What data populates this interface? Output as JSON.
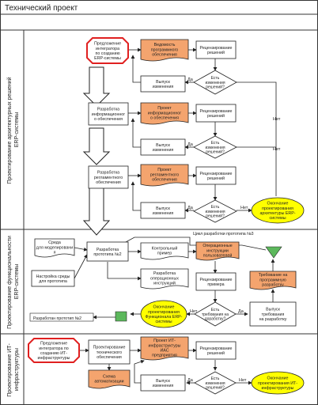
{
  "title": "Технический проект",
  "lanes": [
    {
      "label_lines": [
        "Проектирование архитектурных решений",
        "ERP-системы"
      ]
    },
    {
      "label_lines": [
        "Проектирование функциональности",
        "ERP-системы"
      ]
    },
    {
      "label_lines": [
        "Проектирование ИТ-",
        "инфраструктуры"
      ]
    }
  ],
  "nodes": [
    {
      "id": "n1",
      "kind": "octagon",
      "lines": [
        "Предложение",
        "интегратора",
        "по созданию",
        "ERP-системы"
      ]
    },
    {
      "id": "n2",
      "kind": "doc-orange",
      "lines": [
        "Ведомость",
        "программного",
        "обеспечения"
      ]
    },
    {
      "id": "n3",
      "kind": "process",
      "lines": [
        "Рецензирование",
        "решений"
      ]
    },
    {
      "id": "n4",
      "kind": "decision",
      "lines": [
        "Есть",
        "изменения",
        "решений?"
      ]
    },
    {
      "id": "n5",
      "kind": "process",
      "lines": [
        "Выпуск",
        "изменения"
      ]
    },
    {
      "id": "n6",
      "kind": "process",
      "lines": [
        "Разработка",
        "информационног",
        "о обеспечения"
      ]
    },
    {
      "id": "n7",
      "kind": "doc-orange",
      "lines": [
        "Проект",
        "информационног",
        "о обеспечения"
      ]
    },
    {
      "id": "n8",
      "kind": "process",
      "lines": [
        "Рецензирование",
        "решений"
      ]
    },
    {
      "id": "n9",
      "kind": "decision",
      "lines": [
        "Есть",
        "изменения",
        "решений?"
      ]
    },
    {
      "id": "n10",
      "kind": "process",
      "lines": [
        "Выпуск",
        "изменения"
      ]
    },
    {
      "id": "n11",
      "kind": "process",
      "lines": [
        "Разработка",
        "регламентного",
        "обеспечения"
      ]
    },
    {
      "id": "n12",
      "kind": "doc-orange",
      "lines": [
        "Проект",
        "регламентного",
        "обеспечения"
      ]
    },
    {
      "id": "n13",
      "kind": "process",
      "lines": [
        "Рецензирование",
        "решений"
      ]
    },
    {
      "id": "n14",
      "kind": "decision",
      "lines": [
        "Есть",
        "изменения",
        "решений?"
      ]
    },
    {
      "id": "n15",
      "kind": "process",
      "lines": [
        "Выпуск",
        "изменения"
      ]
    },
    {
      "id": "n16",
      "kind": "terminator",
      "lines": [
        "Окончание",
        "проектирования",
        "архитектуры ERP-",
        "системы"
      ]
    },
    {
      "id": "n17",
      "kind": "doc",
      "lines": [
        "Среда",
        "для моделировани",
        "я"
      ]
    },
    {
      "id": "n18",
      "kind": "process",
      "lines": [
        "Настройка среды",
        "для прототипа"
      ]
    },
    {
      "id": "n19",
      "kind": "process",
      "lines": [
        "Разработка",
        "прототипа №2"
      ]
    },
    {
      "id": "n20",
      "kind": "doc",
      "lines": [
        "Контрольный",
        "пример"
      ]
    },
    {
      "id": "n21",
      "kind": "doc",
      "lines": [
        "Разработка",
        "операционных",
        "инструкций"
      ]
    },
    {
      "id": "n22",
      "kind": "doc-orange",
      "lines": [
        "Операционные",
        "инструкции",
        "пользователей"
      ]
    },
    {
      "id": "n23",
      "kind": "process",
      "lines": [
        "Рецензирование",
        "примера"
      ]
    },
    {
      "id": "n24",
      "kind": "decision",
      "lines": [
        "Есть",
        "требования на",
        "доработку?"
      ]
    },
    {
      "id": "n25",
      "kind": "doc-orange",
      "lines": [
        "Требование на",
        "программную",
        "разработку"
      ]
    },
    {
      "id": "n26",
      "kind": "process",
      "lines": [
        "Выпуск",
        "требования",
        "на разработку"
      ]
    },
    {
      "id": "n27",
      "kind": "terminator",
      "lines": [
        "Окончание",
        "проектирования",
        "Функционала ERP-",
        "системы"
      ]
    },
    {
      "id": "n28",
      "kind": "octagon",
      "lines": [
        "Предложение",
        "интегратора по",
        "созданию ИТ-",
        "инфраструктуры"
      ]
    },
    {
      "id": "n29",
      "kind": "process",
      "lines": [
        "Проектирование",
        "технического",
        "обеспечения"
      ]
    },
    {
      "id": "n30",
      "kind": "doc-orange",
      "lines": [
        "Проект ИТ-",
        "инфраструктуры",
        "ИАС",
        "предприятия"
      ]
    },
    {
      "id": "n31",
      "kind": "process",
      "lines": [
        "Рецензирование",
        "решений"
      ]
    },
    {
      "id": "n32",
      "kind": "doc-orange",
      "lines": [
        "Схема",
        "автоматизации"
      ]
    },
    {
      "id": "n33",
      "kind": "process",
      "lines": [
        "Выпуск",
        "изменения"
      ]
    },
    {
      "id": "n34",
      "kind": "decision",
      "lines": [
        "Есть",
        "изменения",
        "решений?"
      ]
    },
    {
      "id": "n35",
      "kind": "terminator",
      "lines": [
        "Окончание",
        "проектирования ИТ-",
        "инфраструктуры"
      ]
    }
  ],
  "annotations": [
    {
      "id": "a1",
      "text": "Цикл разработки прототипа №3"
    },
    {
      "id": "a2",
      "text": "Разработан прототип №2"
    }
  ],
  "edge_labels": [
    {
      "id": "e1",
      "text": "Да"
    },
    {
      "id": "e2",
      "text": "Да"
    },
    {
      "id": "e3",
      "text": "Да"
    },
    {
      "id": "e4",
      "text": "Нет"
    },
    {
      "id": "e5",
      "text": "Нет"
    },
    {
      "id": "e6",
      "text": "Нет"
    },
    {
      "id": "e7",
      "text": "Нет"
    },
    {
      "id": "e8",
      "text": "Да"
    },
    {
      "id": "e9",
      "text": "Да"
    },
    {
      "id": "e10",
      "text": "Нет"
    }
  ],
  "colors": {
    "orange": "#f4a46e",
    "terminator": "#ffff00",
    "octagon_border": "#e02020",
    "merge": "#5cb85c",
    "line": "#222222"
  }
}
